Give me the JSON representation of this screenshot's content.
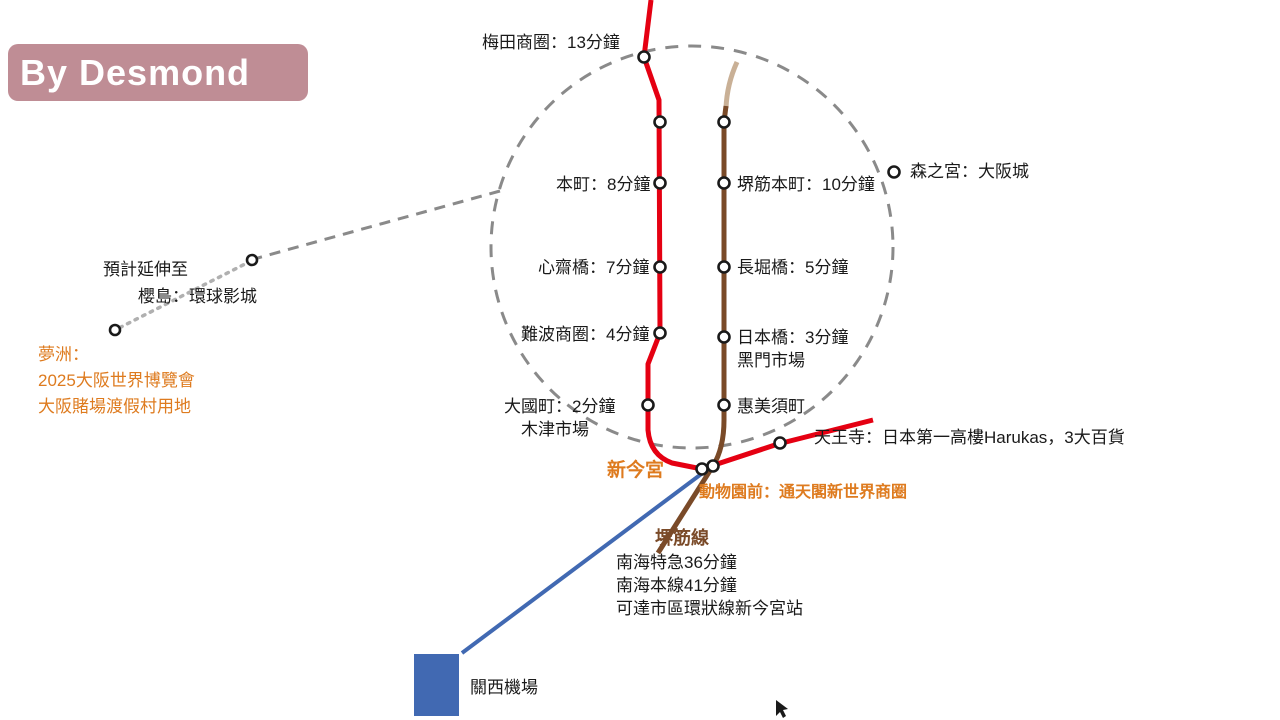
{
  "watermark": {
    "label": "By Desmond"
  },
  "colors": {
    "red_line": "#e50012",
    "brown_line": "#7a4a28",
    "brown_line_light": "#c9b096",
    "blue_line": "#4169b2",
    "orange_text": "#de7b1f",
    "dashed_gray": "#8a8a8a",
    "dotted_gray": "#b0b0b0",
    "watermark_bg": "#bf8d95",
    "text": "#1a1a1a",
    "station_fill": "#ffffff"
  },
  "lines": {
    "midosuji_color_name": "red",
    "sakaisuji_color_name": "brown",
    "nankai_color_name": "blue"
  },
  "labels": {
    "umeda": "梅田商圈：13分鐘",
    "hommachi": "本町：8分鐘",
    "shinsaibashi": "心齋橋：7分鐘",
    "namba": "難波商圈：4分鐘",
    "daikokucho": "大國町：2分鐘",
    "kizu_market": "木津市場",
    "sakaisuji_hommachi": "堺筋本町：10分鐘",
    "nagahoribashi": "長堀橋：5分鐘",
    "nipponbashi": "日本橋：3分鐘",
    "kuromon_market": "黑門市場",
    "ebisucho": "惠美須町",
    "morinomiya": "森之宮：大阪城",
    "tennoji": "天王寺：日本第一高樓Harukas，3大百貨",
    "shinimamiya": "新今宮",
    "dobutsuenmae": "動物園前：通天閣新世界商圈",
    "sakaisuji_line": "堺筋線",
    "nankai_express": "南海特急36分鐘",
    "nankai_main": "南海本線41分鐘",
    "loop_note": "可達市區環狀線新今宮站",
    "kansai_airport": "關西機場",
    "extension_note": "預計延伸至",
    "sakurajima": "櫻島：環球影城",
    "yumeshima_1": "夢洲：",
    "yumeshima_2": "2025大阪世界博覽會",
    "yumeshima_3": "大阪賭場渡假村用地"
  }
}
